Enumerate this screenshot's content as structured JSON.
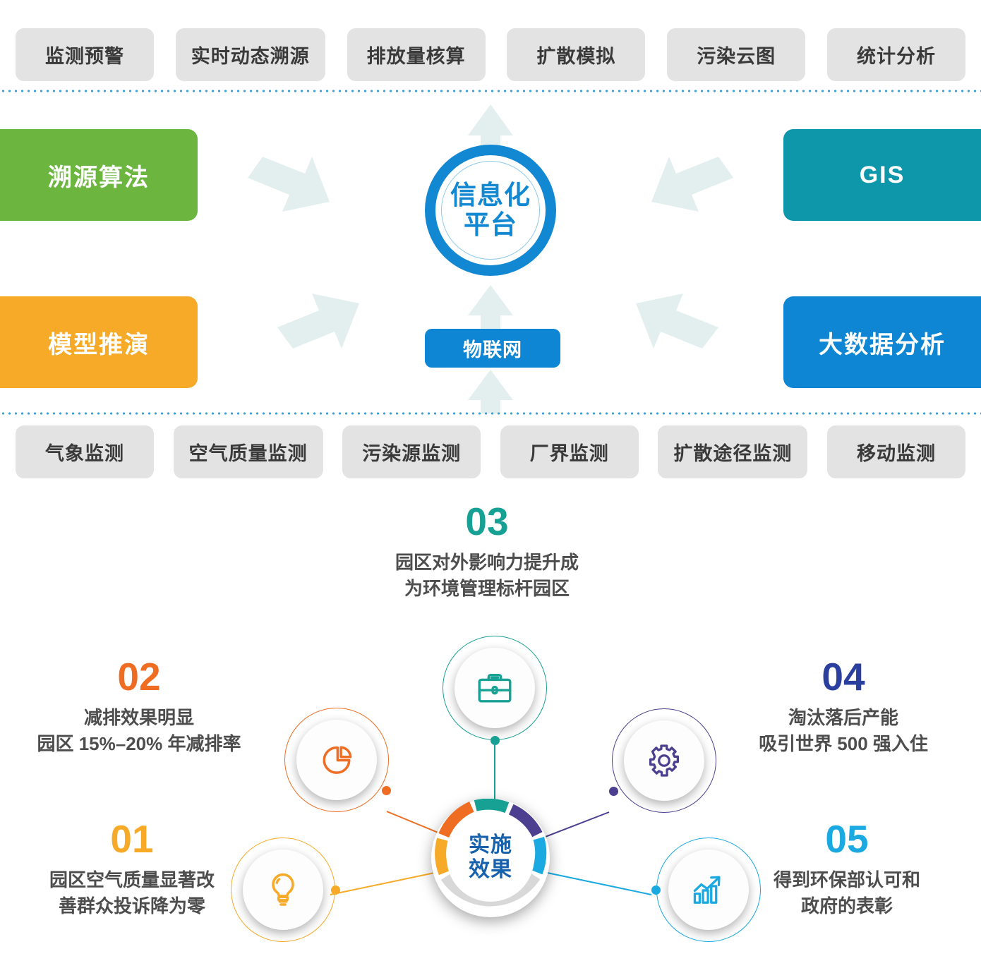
{
  "platform_diagram": {
    "top_tags": [
      {
        "label": "监测预警"
      },
      {
        "label": "实时动态溯源"
      },
      {
        "label": "排放量核算"
      },
      {
        "label": "扩散模拟"
      },
      {
        "label": "污染云图"
      },
      {
        "label": "统计分析"
      }
    ],
    "bottom_tags": [
      {
        "label": "气象监测"
      },
      {
        "label": "空气质量监测"
      },
      {
        "label": "污染源监测"
      },
      {
        "label": "厂界监测"
      },
      {
        "label": "扩散途径监测"
      },
      {
        "label": "移动监测"
      }
    ],
    "center": {
      "line1": "信息化",
      "line2": "平台",
      "color": "#1287d2"
    },
    "iot": {
      "label": "物联网",
      "color": "#0e86d4"
    },
    "corners": [
      {
        "label": "溯源算法",
        "color": "#6cb63f",
        "position": "top-left"
      },
      {
        "label": "模型推演",
        "color": "#f7a928",
        "position": "bottom-left"
      },
      {
        "label": "GIS",
        "color": "#0e96ab",
        "position": "top-right"
      },
      {
        "label": "大数据分析",
        "color": "#0e86d4",
        "position": "bottom-right"
      }
    ],
    "arrow_color": "#e3efee",
    "divider_color": "#3fa0d8"
  },
  "effects_infographic": {
    "hub": {
      "line1": "实施",
      "line2": "效果",
      "text_color": "#1862ad"
    },
    "donut_segments": [
      {
        "name": "segment-teal",
        "color": "#17a094"
      },
      {
        "name": "segment-purple",
        "color": "#4c3f90"
      },
      {
        "name": "segment-cyan",
        "color": "#1aa9e1"
      },
      {
        "name": "segment-gray",
        "color": "#d8d8d8"
      },
      {
        "name": "segment-amber",
        "color": "#f7a928"
      },
      {
        "name": "segment-orange",
        "color": "#ef6d22"
      }
    ],
    "steps": [
      {
        "number": "01",
        "number_color": "#f7a928",
        "line1": "园区空气质量显著改",
        "line2": "善群众投诉降为零",
        "icon": "lightbulb-icon"
      },
      {
        "number": "02",
        "number_color": "#ef6d22",
        "line1": "减排效果明显",
        "line2": "园区 15%–20% 年减排率",
        "icon": "pie-chart-icon"
      },
      {
        "number": "03",
        "number_color": "#17a094",
        "line1": "园区对外影响力提升成",
        "line2": "为环境管理标杆园区",
        "icon": "briefcase-icon"
      },
      {
        "number": "04",
        "number_color": "#2b3f9e",
        "line1": "淘汰落后产能",
        "line2": "吸引世界 500 强入住",
        "icon": "gear-icon"
      },
      {
        "number": "05",
        "number_color": "#1aa9e1",
        "line1": "得到环保部认可和",
        "line2": "政府的表彰",
        "icon": "growth-chart-icon"
      }
    ]
  }
}
